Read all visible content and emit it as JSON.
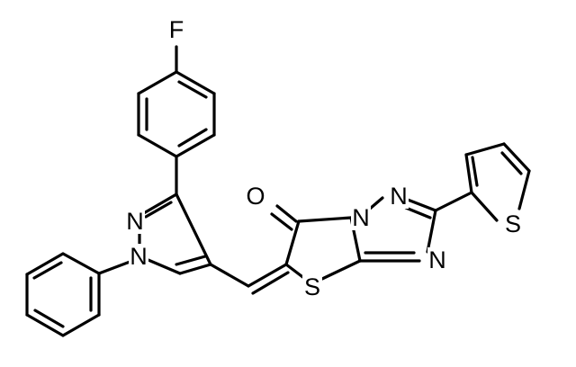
{
  "molecule": {
    "atoms": {
      "F": "F",
      "O": "O",
      "N_pyrazole_2": "N",
      "N_pyrazole_1": "N",
      "N_triazole_1": "N",
      "N_triazole_2": "N",
      "N_triazole_4": "N",
      "S_thiazole": "S",
      "S_thiophene": "S"
    }
  }
}
